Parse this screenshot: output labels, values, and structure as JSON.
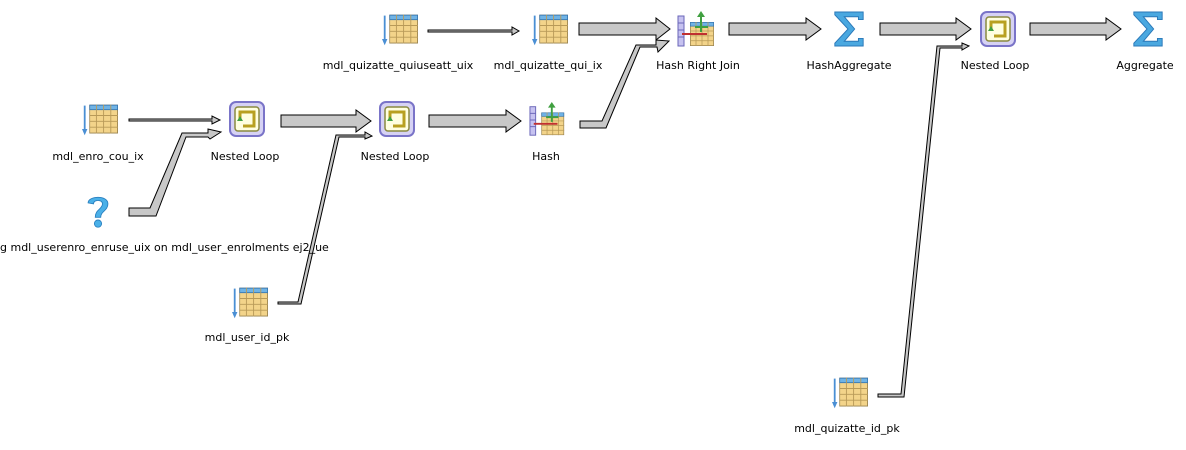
{
  "plan": {
    "nodes": [
      {
        "id": "n_quiuseatt",
        "label": "mdl_quizatte_quiuseatt_uix",
        "icon": "index-scan-icon"
      },
      {
        "id": "n_qui",
        "label": "mdl_quizatte_qui_ix",
        "icon": "index-scan-icon"
      },
      {
        "id": "n_hashjoin",
        "label": "Hash Right Join",
        "icon": "hash-join-icon"
      },
      {
        "id": "n_hashagg",
        "label": "HashAggregate",
        "icon": "sigma-icon"
      },
      {
        "id": "n_nested3",
        "label": "Nested Loop",
        "icon": "nested-loop-icon"
      },
      {
        "id": "n_aggregate",
        "label": "Aggregate",
        "icon": "sigma-icon"
      },
      {
        "id": "n_enro",
        "label": "mdl_enro_cou_ix",
        "icon": "index-scan-icon"
      },
      {
        "id": "n_nested1",
        "label": "Nested Loop",
        "icon": "nested-loop-icon"
      },
      {
        "id": "n_nested2",
        "label": "Nested Loop",
        "icon": "nested-loop-icon"
      },
      {
        "id": "n_hash",
        "label": "Hash",
        "icon": "hash-icon"
      },
      {
        "id": "n_unknown",
        "label": "g mdl_userenro_enruse_uix on mdl_user_enrolments ej2_ue",
        "icon": "question-icon"
      },
      {
        "id": "n_userpk",
        "label": "mdl_user_id_pk",
        "icon": "index-scan-icon"
      },
      {
        "id": "n_quizpk",
        "label": "mdl_quizatte_id_pk",
        "icon": "index-scan-icon"
      }
    ]
  }
}
